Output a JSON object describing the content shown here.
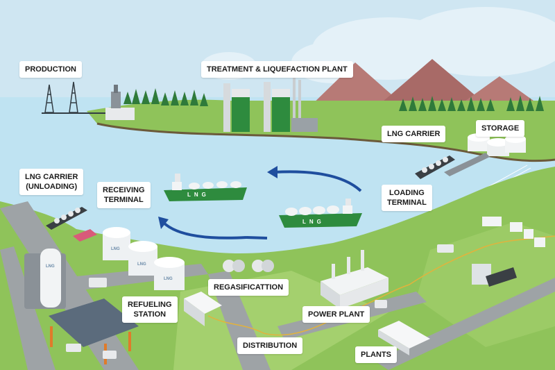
{
  "labels": {
    "production": "PRODUCTION",
    "treatment": "TREATMENT & LIQUEFACTION PLANT",
    "lng_carrier": "LNG CARRIER",
    "storage": "STORAGE",
    "lng_carrier_unloading_line1": "LNG CARRIER",
    "lng_carrier_unloading_line2": "(UNLOADING)",
    "receiving_line1": "RECEIVING",
    "receiving_line2": "TERMINAL",
    "loading_line1": "LOADING",
    "loading_line2": "TERMINAL",
    "regasification": "REGASIFICATTION",
    "refueling_line1": "REFUELING",
    "refueling_line2": "STATION",
    "power_plant": "POWER PLANT",
    "distribution": "DISTRIBUTION",
    "plants": "PLANTS"
  },
  "ship_text": "LNG",
  "tank_text": "LNG",
  "colors": {
    "sky": "#cfe6f2",
    "sea": "#bfe3f2",
    "land": "#8fc35a",
    "land_dark": "#6fa843",
    "mountain": "#b77a76",
    "road": "#9ea3a6",
    "ship_green": "#2e8b3e",
    "arrow": "#1f4e9e",
    "gas_line": "#e3b23c"
  }
}
